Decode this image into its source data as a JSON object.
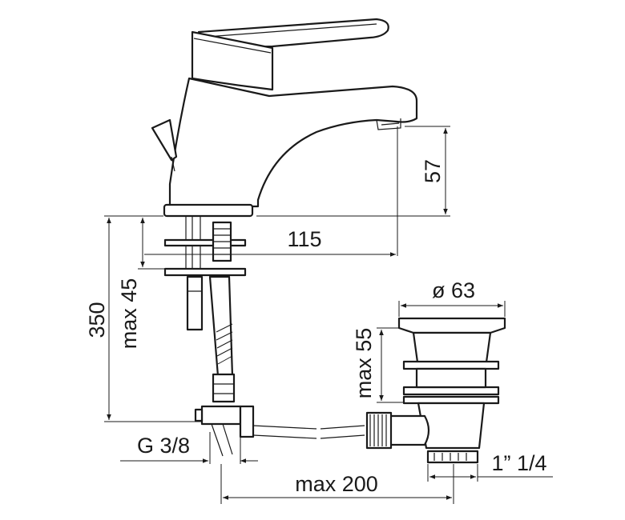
{
  "dimensions": {
    "outlet_height": "57",
    "spout_reach": "115",
    "total_height": "350",
    "max_clamp": "max 45",
    "waste_diameter": "ø 63",
    "waste_max": "max 55",
    "thread_inlet": "G 3/8",
    "rod_length": "max 200",
    "waste_thread": "1” 1/4"
  }
}
